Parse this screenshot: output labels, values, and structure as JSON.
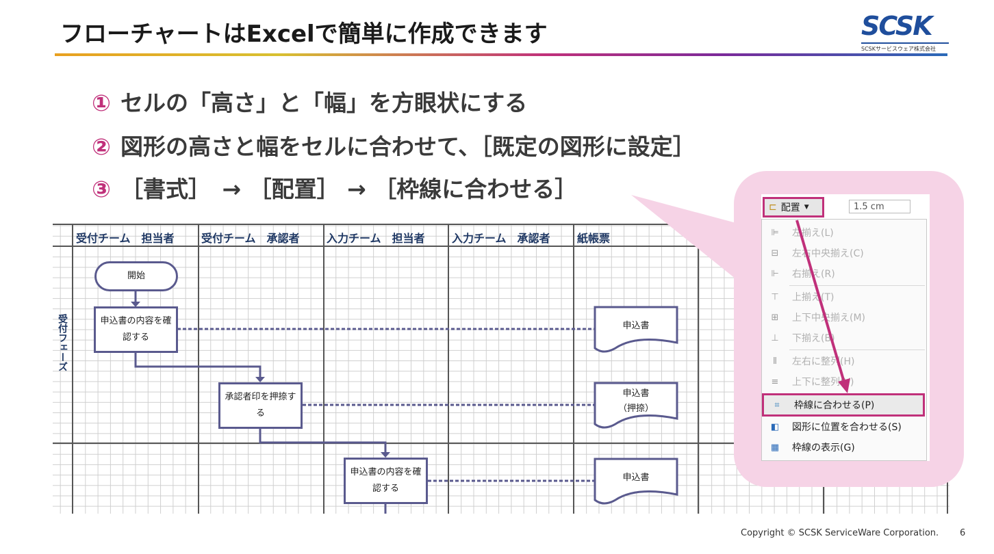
{
  "slide": {
    "title": "フローチャートはExcelで簡単に作成できます",
    "logo_text": "SCSK",
    "logo_subtext": "SCSKサービスウェア株式会社",
    "steps": [
      {
        "num": "①",
        "text": "セルの「高さ」と「幅」を方眼状にする"
      },
      {
        "num": "②",
        "text": "図形の高さと幅をセルに合わせて、［既定の図形に設定］"
      },
      {
        "num": "③",
        "text": "［書式］　→ ［配置］ → ［枠線に合わせる］"
      }
    ],
    "footer": "Copyright © SCSK ServiceWare Corporation.",
    "page_number": "6"
  },
  "sheet": {
    "headers": [
      "受付チーム　担当者",
      "受付チーム　承認者",
      "入力チーム　担当者",
      "入力チーム　承認者",
      "紙帳票"
    ],
    "phase_label": "受付フェーズ",
    "nodes": {
      "start": "開始",
      "confirm1_line1": "申込書の内容を確",
      "confirm1_line2": "認する",
      "approve_line1": "承認者印を押捺す",
      "approve_line2": "る",
      "confirm2_line1": "申込書の内容を確",
      "confirm2_line2": "認する"
    },
    "docs": {
      "doc1": "申込書",
      "doc2_line1": "申込書",
      "doc2_line2": "（押捺）",
      "doc3": "申込書"
    },
    "colors": {
      "shape_border": "#5a5a8e",
      "highlight": "#c0307a",
      "callout": "#f6d3e6",
      "header_text": "#1f3864"
    }
  },
  "menu": {
    "ribbon_button": "配置",
    "ribbon_field": "1.5 cm",
    "items": [
      {
        "label": "左揃え(L)",
        "icon": "align-left-icon",
        "enabled": false
      },
      {
        "label": "左右中央揃え(C)",
        "icon": "align-center-icon",
        "enabled": false
      },
      {
        "label": "右揃え(R)",
        "icon": "align-right-icon",
        "enabled": false
      },
      {
        "label": "上揃え(T)",
        "icon": "align-top-icon",
        "enabled": false
      },
      {
        "label": "上下中央揃え(M)",
        "icon": "align-middle-icon",
        "enabled": false
      },
      {
        "label": "下揃え(B)",
        "icon": "align-bottom-icon",
        "enabled": false
      },
      {
        "label": "左右に整列(H)",
        "icon": "distribute-horizontal-icon",
        "enabled": false
      },
      {
        "label": "上下に整列(V)",
        "icon": "distribute-vertical-icon",
        "enabled": false
      },
      {
        "label": "枠線に合わせる(P)",
        "icon": "snap-to-grid-icon",
        "enabled": true,
        "highlighted": true
      },
      {
        "label": "図形に位置を合わせる(S)",
        "icon": "snap-to-shape-icon",
        "enabled": true
      },
      {
        "label": "枠線の表示(G)",
        "icon": "view-gridlines-icon",
        "enabled": true
      }
    ]
  }
}
